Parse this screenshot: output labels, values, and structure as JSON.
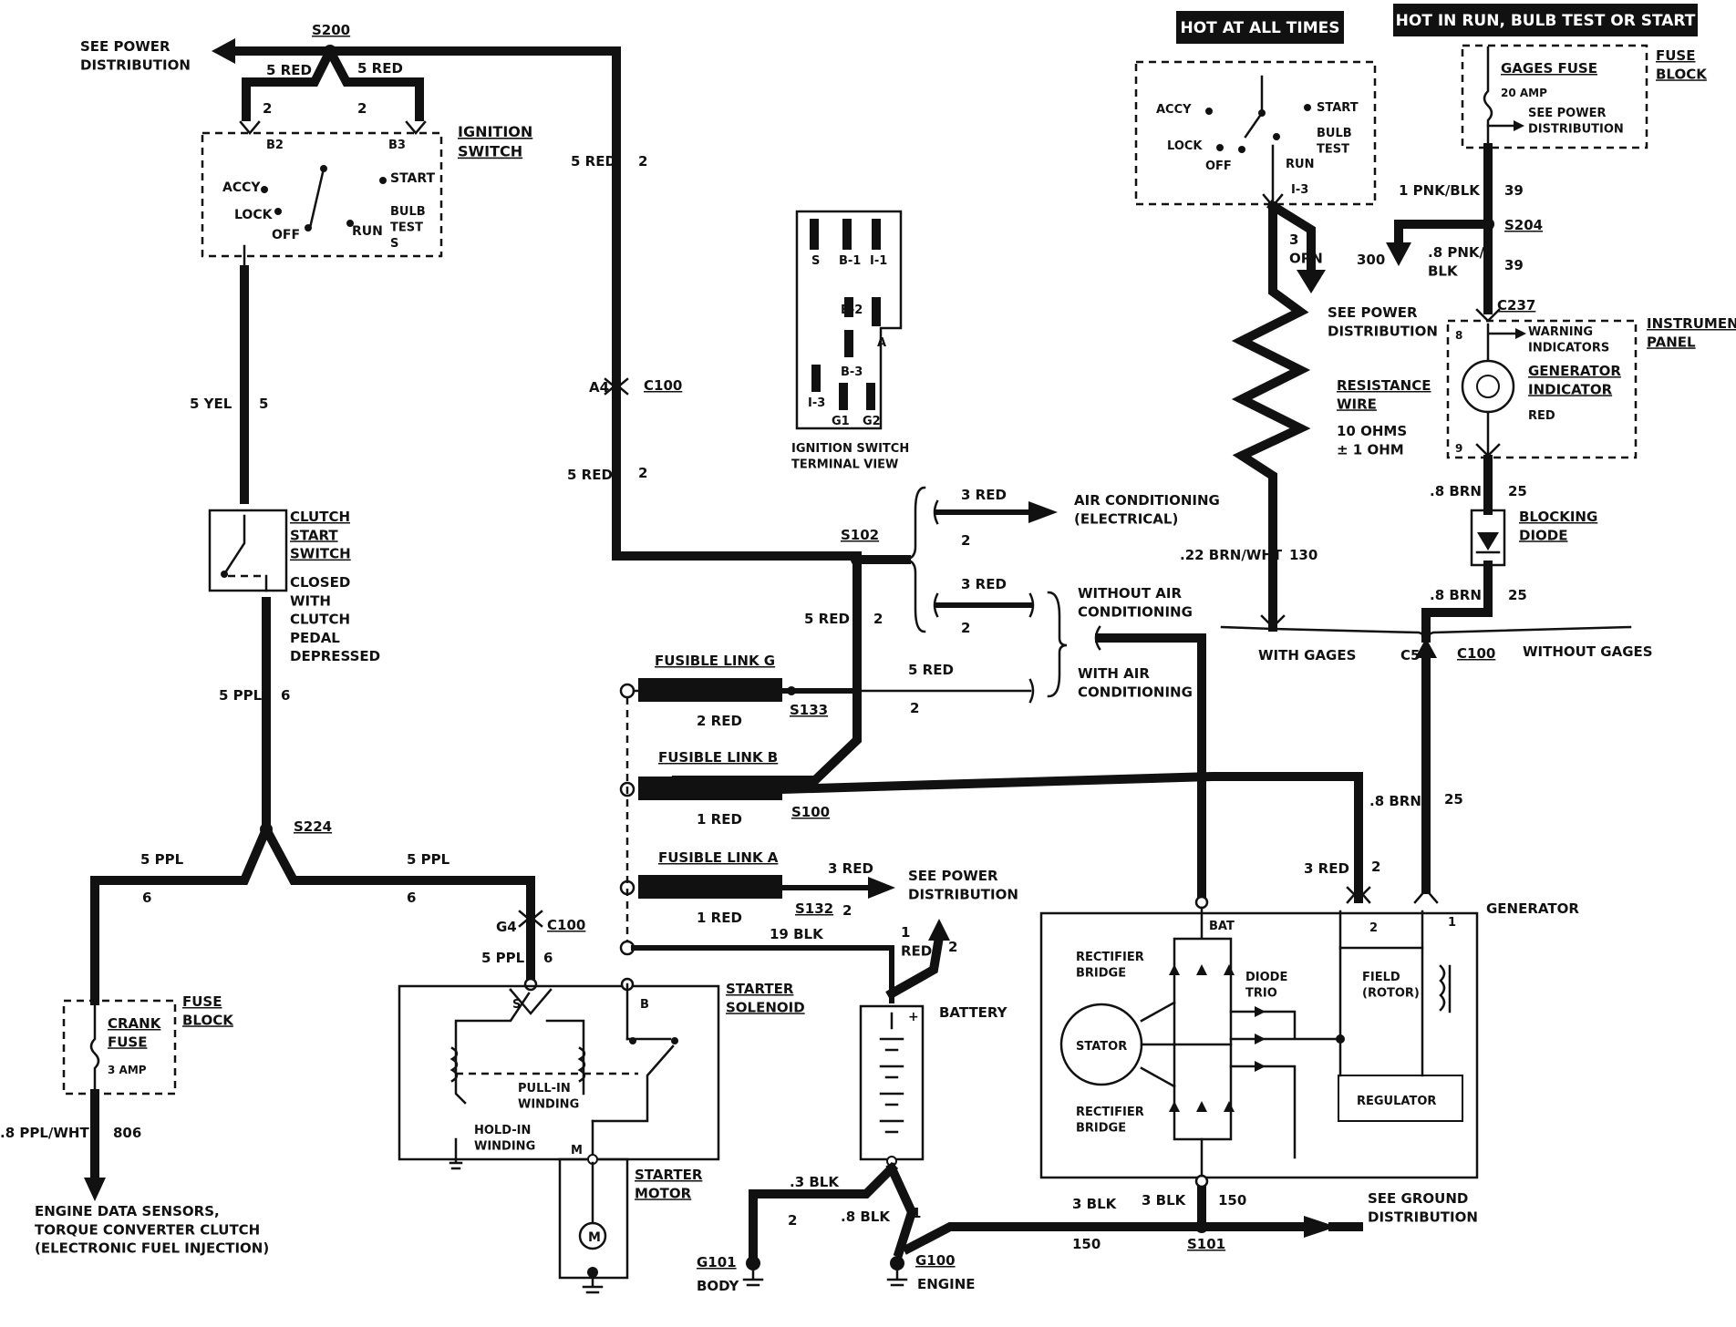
{
  "header": {
    "hot_at_all_times": "HOT AT ALL TIMES",
    "hot_in_run": "HOT IN RUN,  BULB TEST OR START"
  },
  "labels": {
    "see_power_distribution_top": "SEE POWER\nDISTRIBUTION",
    "s200": "S200",
    "s200_left_wire": "5 RED",
    "s200_right_wire": "5 RED",
    "b2_circuit": "2",
    "b3_circuit": "2",
    "ign_b2": "B2",
    "ign_b3": "B3",
    "ignition_switch": "IGNITION\nSWITCH",
    "ign_accy": "ACCY",
    "ign_lock": "LOCK",
    "ign_off": "OFF",
    "ign_run": "RUN",
    "ign_start": "START",
    "ign_bulb_test": "BULB\nTEST\nS",
    "yel_wire": "5 YEL",
    "yel_circuit": "5",
    "clutch_start_switch": "CLUTCH\nSTART\nSWITCH",
    "clutch_note": "CLOSED\nWITH\nCLUTCH\nPEDAL\nDEPRESSED",
    "ppl_wire": "5 PPL",
    "ppl_circuit": "6",
    "s224": "S224",
    "left_ppl_wire": "5 PPL",
    "left_ppl_circuit": "6",
    "right_ppl_wire": "5 PPL",
    "right_ppl_circuit": "6",
    "crank_fuse": "CRANK\nFUSE",
    "crank_fuse_amp": "3 AMP",
    "fuse_block_left": "FUSE\nBLOCK",
    "ppl_wht_wire": ".8 PPL/WHT",
    "ppl_wht_circuit": "806",
    "engine_data_sensors": "ENGINE DATA SENSORS,\nTORQUE CONVERTER CLUTCH\n(ELECTRONIC FUEL INJECTION)",
    "red_wire_upper": "5 RED",
    "red_circuit_upper": "2",
    "a4": "A4",
    "c100_upper": "C100",
    "red_wire_lower": "5 RED",
    "red_circuit_lower": "2",
    "ts_s": "S",
    "ts_b1": "B-1",
    "ts_i1": "I-1",
    "ts_b2": "B-2",
    "ts_a": "A",
    "ts_b3": "B-3",
    "ts_i3": "I-3",
    "ts_g1": "G1",
    "ts_g2": "G2",
    "terminal_view_caption": "IGNITION SWITCH\nTERMINAL VIEW",
    "s102": "S102",
    "ac_wire": "3 RED",
    "ac_circuit": "2",
    "air_conditioning": "AIR CONDITIONING\n(ELECTRICAL)",
    "ac_wire2": "3 RED",
    "ac_circuit2": "2",
    "without_air_conditioning": "WITHOUT AIR\nCONDITIONING",
    "with_air_conditioning": "WITH AIR\nCONDITIONING",
    "s102_down_wire": "5 RED",
    "s102_down_circuit": "2",
    "fusible_link_g": "FUSIBLE LINK G",
    "link_g_wire": "2 RED",
    "s133": "S133",
    "s133_wire": "5 RED",
    "s133_circuit": "2",
    "fusible_link_b": "FUSIBLE LINK B",
    "link_b_wire": "1 RED",
    "s100": "S100",
    "fusible_link_a": "FUSIBLE LINK A",
    "link_a_wire": "1 RED",
    "s132": "S132",
    "s132_wire": "3 RED",
    "s132_circuit": "2",
    "see_power_distribution_mid": "SEE POWER\nDISTRIBUTION",
    "blk_wire_19": "19 BLK",
    "g4": "G4",
    "c100_lower": "C100",
    "solenoid_ppl_wire": "5 PPL",
    "solenoid_ppl_circuit": "6",
    "sol_s": "S",
    "sol_b": "B",
    "sol_m": "M",
    "starter_solenoid": "STARTER\nSOLENOID",
    "pull_in_winding": "PULL-IN\nWINDING",
    "hold_in_winding": "HOLD-IN\nWINDING",
    "starter_motor": "STARTER\nMOTOR",
    "motor_symbol": "M",
    "battery": "BATTERY",
    "battery_plus": "+",
    "battery_red_wire": "1\nRED",
    "battery_red_circuit": "2",
    "blk_wire_3": ".3 BLK",
    "blk_circuit_3": "2",
    "blk_wire_8": ".8 BLK",
    "blk_circuit_8": "1",
    "g101": "G101",
    "g101_loc": "BODY",
    "g100": "G100",
    "g100_loc": "ENGINE",
    "gnd_wire_a": "3 BLK",
    "gnd_wire_b": "3 BLK",
    "gnd_circuit_a": "150",
    "gnd_circuit_b": "150",
    "s101": "S101",
    "see_ground_distribution": "SEE GROUND\nDISTRIBUTION",
    "generator": "GENERATOR",
    "gen_bat": "BAT",
    "gen_term_2": "2",
    "gen_term_1": "1",
    "rectifier_bridge_top": "RECTIFIER\nBRIDGE",
    "rectifier_bridge_bottom": "RECTIFIER\nBRIDGE",
    "stator": "STATOR",
    "diode_trio": "DIODE\nTRIO",
    "field_rotor": "FIELD\n(ROTOR)",
    "regulator": "REGULATOR",
    "gen_red_wire": "3 RED",
    "gen_red_circuit": "2",
    "gen_brn_wire": ".8 BRN",
    "gen_brn_circuit": "25",
    "r_accy": "ACCY",
    "r_lock": "LOCK",
    "r_off": "OFF",
    "r_run": "RUN",
    "r_start": "START",
    "r_bulb_test": "BULB\nTEST",
    "r_i3": "I-3",
    "orn_wire": "3\nORN",
    "orn_circuit": "300",
    "see_power_distribution_right": "SEE POWER\nDISTRIBUTION",
    "resistance_wire": "RESISTANCE\nWIRE",
    "resistance_value": "10 OHMS\n± 1 OHM",
    "brn_wht_wire": ".22 BRN/WHT",
    "brn_wht_circuit": "130",
    "gages_fuse": "GAGES FUSE",
    "gages_fuse_amp": "20 AMP",
    "gages_see_power": "SEE POWER\nDISTRIBUTION",
    "fuse_block_right": "FUSE\nBLOCK",
    "pnk_blk_wire_1": "1 PNK/BLK",
    "pnk_blk_circuit_1": "39",
    "s204": "S204",
    "pnk_blk_wire_8": ".8 PNK/\nBLK",
    "pnk_blk_circuit_8": "39",
    "c237": "C237",
    "ip_8": "8",
    "ip_9": "9",
    "warning_indicators": "WARNING\nINDICATORS",
    "generator_indicator": "GENERATOR\nINDICATOR",
    "indicator_red": "RED",
    "instrument_panel": "INSTRUMENT\nPANEL",
    "brn_wire_top": ".8 BRN",
    "brn_circuit_top": "25",
    "blocking_diode": "BLOCKING\nDIODE",
    "brn_wire_bottom": ".8 BRN",
    "brn_circuit_bottom": "25",
    "with_gages": "WITH GAGES",
    "c5": "C5",
    "c100_right": "C100",
    "without_gages": "WITHOUT GAGES"
  }
}
